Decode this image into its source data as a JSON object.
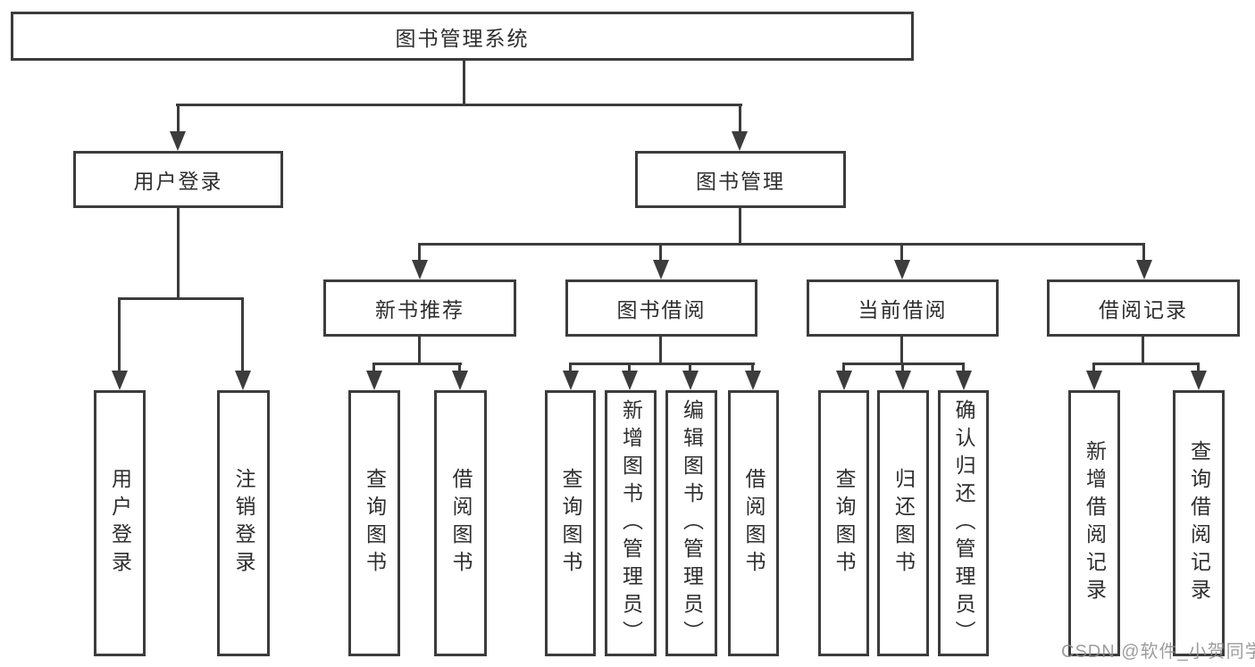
{
  "diagram_title": "图书管理系统",
  "colors": {
    "line": "#3c3c3c",
    "box_border": "#3c3c3c",
    "box_fill": "#ffffff",
    "label_text": "#2e2e2e",
    "watermark_text": "#8c8c8c"
  },
  "nodes": {
    "root": {
      "label": "图书管理系统"
    },
    "user_login": {
      "label": "用户登录"
    },
    "book_management": {
      "label": "图书管理"
    },
    "new_book_recommend": {
      "label": "新书推荐"
    },
    "book_borrowing": {
      "label": "图书借阅"
    },
    "current_borrowing": {
      "label": "当前借阅"
    },
    "borrowing_records": {
      "label": "借阅记录"
    },
    "leaf_user_login": {
      "label": "用户登录"
    },
    "leaf_logout": {
      "label": "注销登录"
    },
    "leaf_nbr_query_books": {
      "label": "查询图书"
    },
    "leaf_nbr_borrow_books": {
      "label": "借阅图书"
    },
    "leaf_bb_query_books": {
      "label": "查询图书"
    },
    "leaf_bb_add_books": {
      "label": "新增图书（管理员）"
    },
    "leaf_bb_edit_books": {
      "label": "编辑图书（管理员）"
    },
    "leaf_bb_borrow_books": {
      "label": "借阅图书"
    },
    "leaf_cb_query_books": {
      "label": "查询图书"
    },
    "leaf_cb_return_books": {
      "label": "归还图书"
    },
    "leaf_cb_confirm_return": {
      "label": "确认归还（管理员）"
    },
    "leaf_br_add_record": {
      "label": "新增借阅记录"
    },
    "leaf_br_query_record": {
      "label": "查询借阅记录"
    }
  },
  "watermark": {
    "text": "CSDN @软件_小贺同学"
  }
}
